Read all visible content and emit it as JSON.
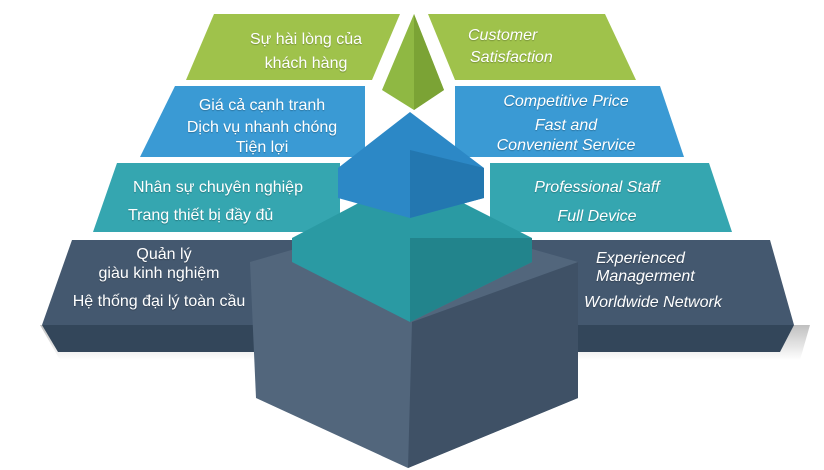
{
  "colors": {
    "tier1": "#9fc24b",
    "tier2": "#3a9ad4",
    "tier3": "#35a6b0",
    "tier4": "#44586f",
    "tier4_dark": "#33465a",
    "core_top": "#8fb843",
    "core_blue": "#2c88c6",
    "core_teal": "#2a9aa3",
    "core_slate": "#52667c"
  },
  "tiers": [
    {
      "left": [
        "Sự hài lòng của",
        "khách hàng"
      ],
      "right": [
        "Customer",
        "Satisfaction"
      ]
    },
    {
      "left": [
        "Giá cả cạnh tranh",
        "Dịch vụ nhanh chóng",
        "Tiện lợi"
      ],
      "right": [
        "Competitive Price",
        "Fast and",
        "Convenient Service"
      ]
    },
    {
      "left": [
        "Nhân sự chuyên nghiệp",
        "Trang thiết bị đầy đủ"
      ],
      "right": [
        "Professional Staff",
        "Full Device"
      ]
    },
    {
      "left": [
        "Quản lý",
        "giàu kinh nghiệm",
        "Hệ thống đại lý toàn cầu"
      ],
      "right": [
        "Experienced",
        "Managerment",
        "Worldwide Network"
      ]
    }
  ]
}
